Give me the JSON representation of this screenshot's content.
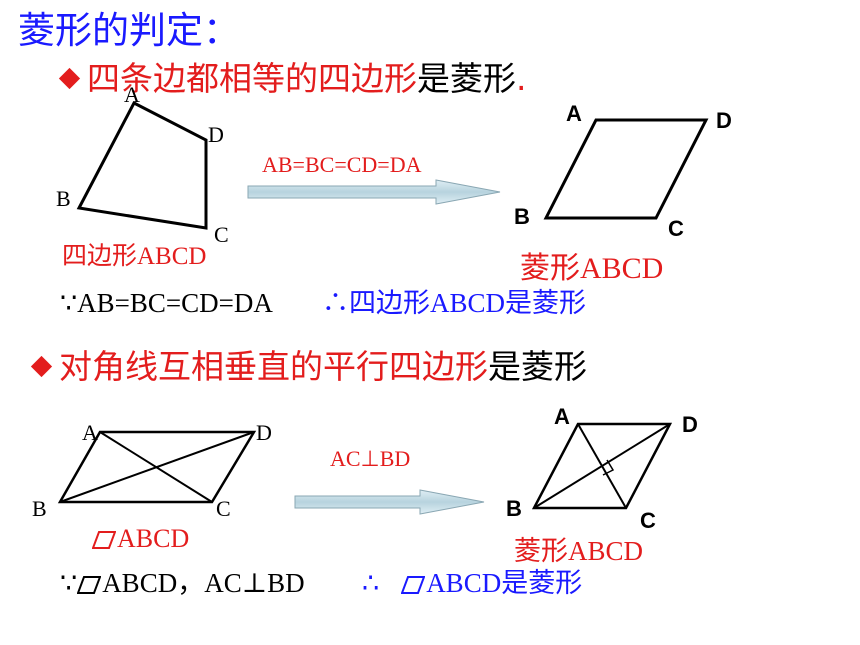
{
  "title": "菱形的判定：",
  "section1": {
    "bullet_red": "四条边都相等的四边形",
    "bullet_black": "是菱形",
    "bullet_dot": ".",
    "quad_points": {
      "a": "A",
      "b": "B",
      "c": "C",
      "d": "D"
    },
    "quad_caption": "四边形ABCD",
    "arrow_label": "AB=BC=CD=DA",
    "rhombus_points": {
      "a": "A",
      "b": "B",
      "c": "C",
      "d": "D"
    },
    "rhombus_caption": "菱形ABCD",
    "because": "∵AB=BC=CD=DA",
    "therefore": "∴四边形ABCD是菱形"
  },
  "section2": {
    "bullet_red": "对角线互相垂直的平行四边形",
    "bullet_black": "是菱形",
    "para_points": {
      "a": "A",
      "b": "B",
      "c": "C",
      "d": "D"
    },
    "para_caption": "ABCD",
    "arrow_label": "AC⊥BD",
    "rhombus_points": {
      "a": "A",
      "b": "B",
      "c": "C",
      "d": "D"
    },
    "rhombus_caption": "菱形ABCD",
    "because_symbol": "∵",
    "because_text": "ABCD，AC⊥BD",
    "therefore_symbol": "∴",
    "therefore_text": "ABCD是菱形"
  },
  "colors": {
    "accent_blue": "#1a1aff",
    "accent_red": "#e31d1d",
    "arrow_fill": "#c5dce6"
  }
}
